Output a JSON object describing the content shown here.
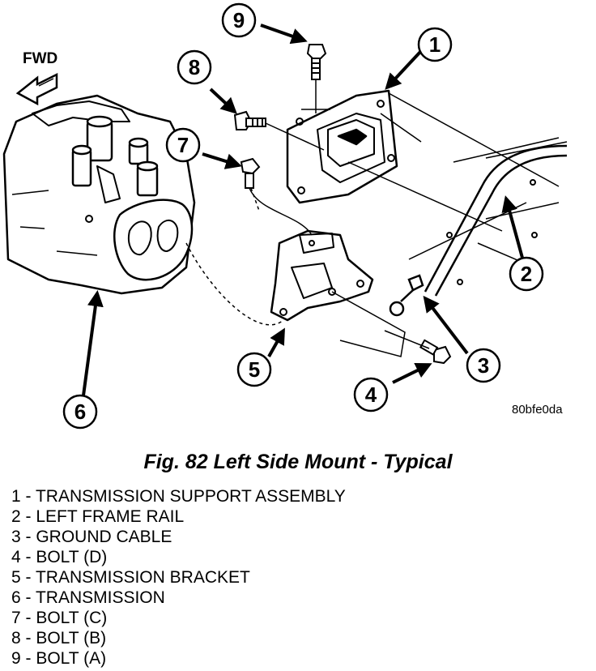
{
  "diagram": {
    "fwd_label": "FWD",
    "image_code": "80bfe0da",
    "callouts": [
      "1",
      "2",
      "3",
      "4",
      "5",
      "6",
      "7",
      "8",
      "9"
    ]
  },
  "caption": "Fig. 82 Left Side Mount - Typical",
  "legend": [
    "1 - TRANSMISSION SUPPORT ASSEMBLY",
    "2 - LEFT FRAME RAIL",
    "3 - GROUND CABLE",
    "4 - BOLT (D)",
    "5 - TRANSMISSION BRACKET",
    "6 - TRANSMISSION",
    "7 - BOLT (C)",
    "8 - BOLT (B)",
    "9 - BOLT (A)"
  ]
}
